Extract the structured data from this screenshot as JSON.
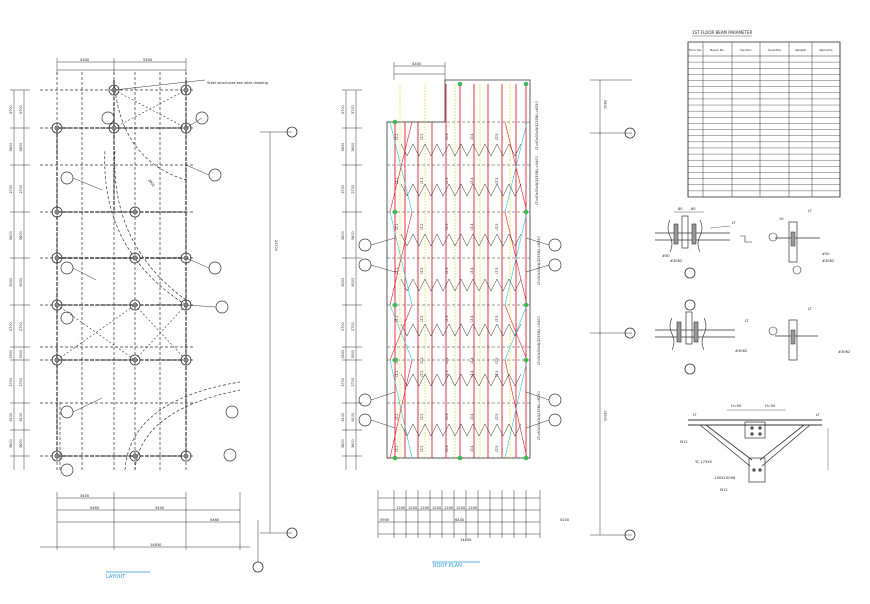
{
  "layout": {
    "title": "LAYOUT",
    "note": "Steel structures see later drawing",
    "diag_label": "2800",
    "dims_top": [
      "4300",
      "5300"
    ],
    "dims_left": [
      "5700",
      "3600",
      "2700",
      "5600",
      "6000",
      "2700",
      "3500",
      "2700",
      "6100",
      "3600"
    ],
    "dims_bottom": [
      "3400",
      "5460",
      "3400",
      "5460",
      "14630"
    ],
    "overall_right": "20700"
  },
  "roof": {
    "title": "ROOF PLAN",
    "dims_top": [
      "4300"
    ],
    "dims_left": [
      "5700",
      "3600",
      "2700",
      "5600",
      "6000",
      "2700",
      "3500",
      "2700",
      "6100",
      "3600"
    ],
    "dims_bottom": [
      "5900",
      "1200",
      "1200",
      "1200",
      "1200",
      "1200",
      "1200",
      "1200",
      "6430",
      "5200",
      "14630"
    ],
    "overall_right_top": "5900",
    "overall_right_bottom": "13900",
    "beam_label": "LT-4",
    "beam_labels_row": [
      "LT-1",
      "LT-2",
      "LT-3",
      "LT-4",
      "LT-5"
    ],
    "callouts": [
      "LT=60x30x3(Q235B)L=6250",
      "LT=60x30x3(Q235B)L=5400",
      "LT=60x30x3(Q235B)L=6250",
      "LT=60x30x3(Q235B)L=5400",
      "LT=60x30x3(Q235B)L=6250"
    ]
  },
  "table": {
    "title": "1ST FLOOR BEAM PARAMETER",
    "headers": [
      "Floor No.",
      "Beam No.",
      "Section",
      "Quantity",
      "Weight",
      "Remarks"
    ],
    "row_count": 23
  },
  "details": {
    "d1_dims": [
      "80",
      "80"
    ],
    "d1_lt": "LT",
    "d1_bolt": "#3062",
    "d1_bolt2": "#50",
    "d2_lt": "LT",
    "d2_dim": "10",
    "d2_bolt": "#3062",
    "d2_bolt2": "#50",
    "d3_lt": "LT",
    "d3_bolt": "#3062",
    "d4_lt": "LT",
    "d4_bolt": "#3062",
    "d5_dims": [
      "H=50",
      "H=50"
    ],
    "d5_lt_left": "LT",
    "d5_lt_right": "LT",
    "d5_m12_top": "M12",
    "d5_m12_bottom": "M12",
    "d5_angle": "YC L75X5",
    "d5_note": "-100X100X6"
  },
  "colors": {
    "line": "#333333",
    "red": "#e8202a",
    "yellow": "#f4d42a",
    "cyan": "#26c6da",
    "green": "#3fb950",
    "title": "#2a9ad8"
  }
}
